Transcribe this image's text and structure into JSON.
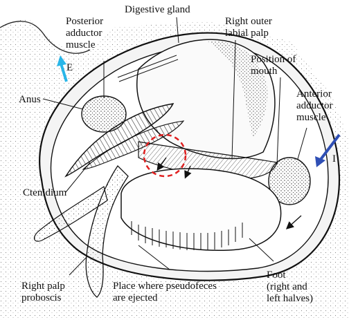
{
  "diagram": {
    "labels": {
      "digestive_gland": "Digestive gland",
      "posterior_adductor": "Posterior\nadductor\nmuscle",
      "right_outer_labial_palp": "Right outer\nlabial palp",
      "position_of_mouth": "Position of\nmouth",
      "anus": "Anus",
      "anterior_adductor": "Anterior\nadductor\nmuscle",
      "ctenidium": "Ctenidium",
      "right_palp_proboscis": "Right palp\nproboscis",
      "pseudofeces": "Place where pseudofeces\nare ejected",
      "foot": "Foot\n(right and\nleft halves)",
      "excurrent_marker": "E",
      "incurrent_marker": "I"
    },
    "colors": {
      "excurrent_arrow": "#29b6e8",
      "incurrent_arrow": "#2f4fb5",
      "highlight_circle": "#e02020",
      "line_art": "#1a1a1a"
    }
  }
}
